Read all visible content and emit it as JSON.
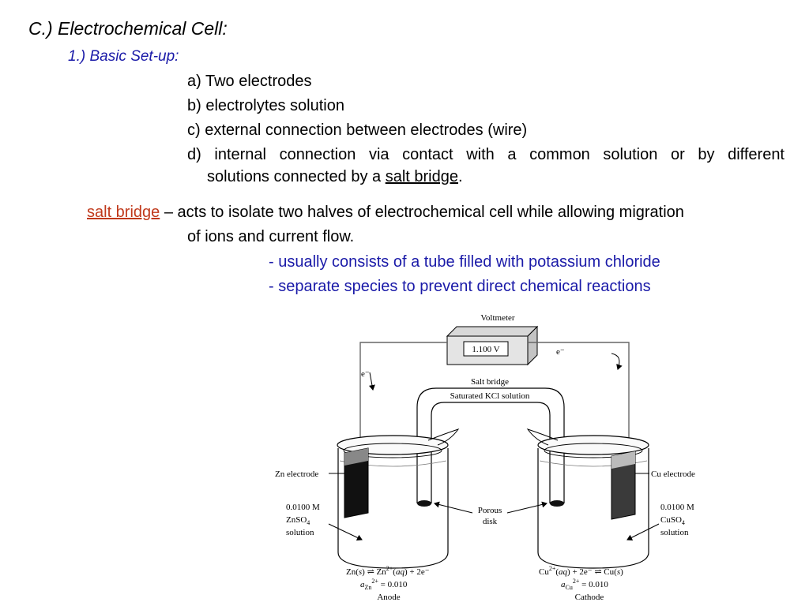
{
  "heading": "C.) Electrochemical Cell:",
  "subheading": "1.)  Basic Set-up:",
  "list": {
    "a": "a) Two electrodes",
    "b": "b) electrolytes solution",
    "c": "c) external connection between electrodes (wire)",
    "d_line1": "d) internal connection via contact with a common solution or by different",
    "d_line2_prefix": "solutions connected by a ",
    "d_line2_link": "salt bridge",
    "d_line2_suffix": "."
  },
  "salt_bridge_def": {
    "term": "salt bridge",
    "text_line1": " – acts to isolate two halves of electrochemical cell while allowing migration",
    "text_line2": "of ions and current flow.",
    "note1": "- usually consists of a tube filled with potassium chloride",
    "note2": "- separate species to prevent direct chemical reactions"
  },
  "diagram": {
    "voltmeter_label": "Voltmeter",
    "voltmeter_reading": "1.100 V",
    "electron_left": "e⁻",
    "electron_right": "e⁻",
    "salt_bridge_label": "Salt bridge",
    "salt_bridge_solution": "Saturated KCl solution",
    "porous_disk_line1": "Porous",
    "porous_disk_line2": "disk",
    "zn_electrode": "Zn electrode",
    "cu_electrode": "Cu electrode",
    "left_solution": {
      "concentration": "0.0100 M",
      "species_main": "ZnSO",
      "species_sub": "4",
      "word": "solution"
    },
    "right_solution": {
      "concentration": "0.0100 M",
      "species_main": "CuSO",
      "species_sub": "4",
      "word": "solution"
    },
    "left_reaction": {
      "zn": "Zn(",
      "s": "s",
      "mid": ") ⇌ Zn",
      "sup": "2+",
      "paren_open": "(",
      "aq": "aq",
      "tail": ") + 2e⁻"
    },
    "left_activity": {
      "a": "a",
      "sub": "Zn",
      "sup": "2+",
      "value": " = 0.010"
    },
    "left_role": "Anode",
    "right_reaction": {
      "cu": "Cu",
      "sup": "2+",
      "paren_open": "(",
      "aq": "aq",
      "mid": ") + 2e⁻ ⇌ Cu(",
      "s": "s",
      "tail": ")"
    },
    "right_activity": {
      "a": "a",
      "sub": "Cu",
      "sup": "2+",
      "value": " = 0.010"
    },
    "right_role": "Cathode"
  }
}
